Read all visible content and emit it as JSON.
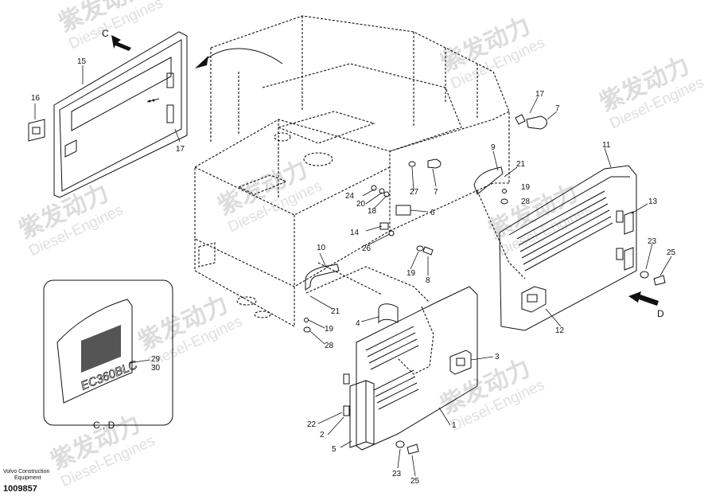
{
  "watermark": {
    "cn": "紫发动力",
    "en": "Diesel-Engines"
  },
  "views": {
    "c": "C",
    "d": "D",
    "inset": "C , D"
  },
  "decal_text": "EC360BLC",
  "callouts": [
    "15",
    "16",
    "17",
    "17",
    "7",
    "9",
    "21",
    "11",
    "24",
    "20",
    "18",
    "27",
    "7",
    "6",
    "14",
    "26",
    "19",
    "28",
    "13",
    "23",
    "25",
    "10",
    "19",
    "8",
    "21",
    "19",
    "28",
    "4",
    "3",
    "12",
    "29",
    "30",
    "22",
    "2",
    "5",
    "1",
    "23",
    "25"
  ],
  "footer": {
    "company": "Volvo Construction",
    "company2": "Equipment",
    "drawing_no": "1009857"
  }
}
